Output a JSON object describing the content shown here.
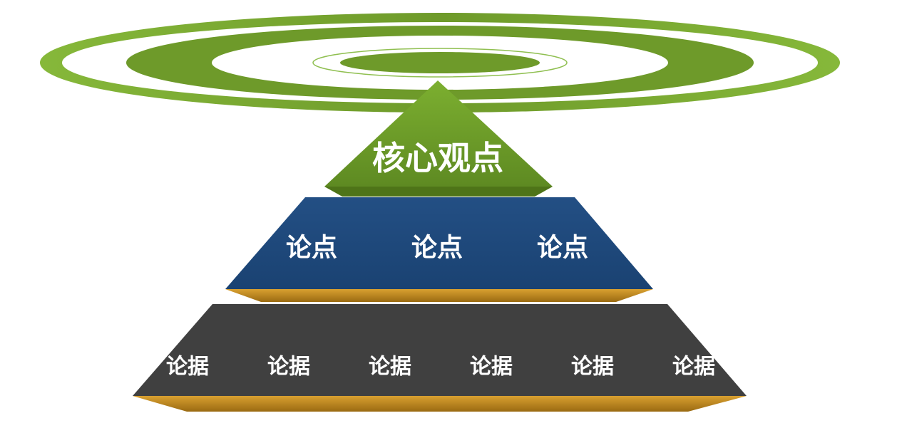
{
  "core": {
    "label": "核心观点"
  },
  "points": [
    "论点",
    "论点",
    "论点"
  ],
  "evidence": [
    "论据",
    "论据",
    "论据",
    "论据",
    "论据",
    "论据"
  ],
  "colors": {
    "core": "#6e9a2a",
    "ring": "#78a82e",
    "points": "#1f4a7d",
    "evidence": "#404040",
    "base_edge": "#c08a1a"
  }
}
